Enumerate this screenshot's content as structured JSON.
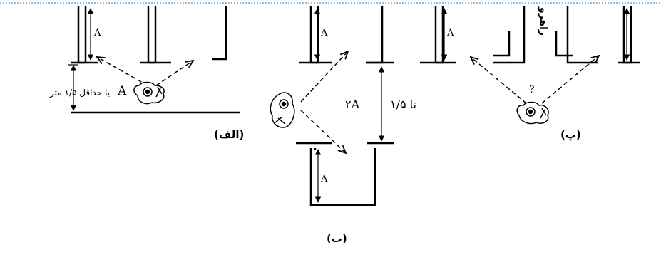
{
  "labels": {
    "dim_A": "A",
    "min_clear_prefix": "A",
    "min_clear_text": "یا حداقل ۱/۵ متر",
    "range_text_prefix": "۱/۵ تا",
    "range_text_suffix": "۲A",
    "corridor_text": "راهرو",
    "question_mark": "?"
  },
  "captions": {
    "alef": "(الف)",
    "be": "(ب)",
    "pe": "(پ)"
  },
  "colors": {
    "ink": "#000000",
    "frame_top_dotted": "#6fa8d6"
  },
  "icons": {
    "person": "wheelchair-user-topview",
    "arrow": "dashed-arrow"
  }
}
